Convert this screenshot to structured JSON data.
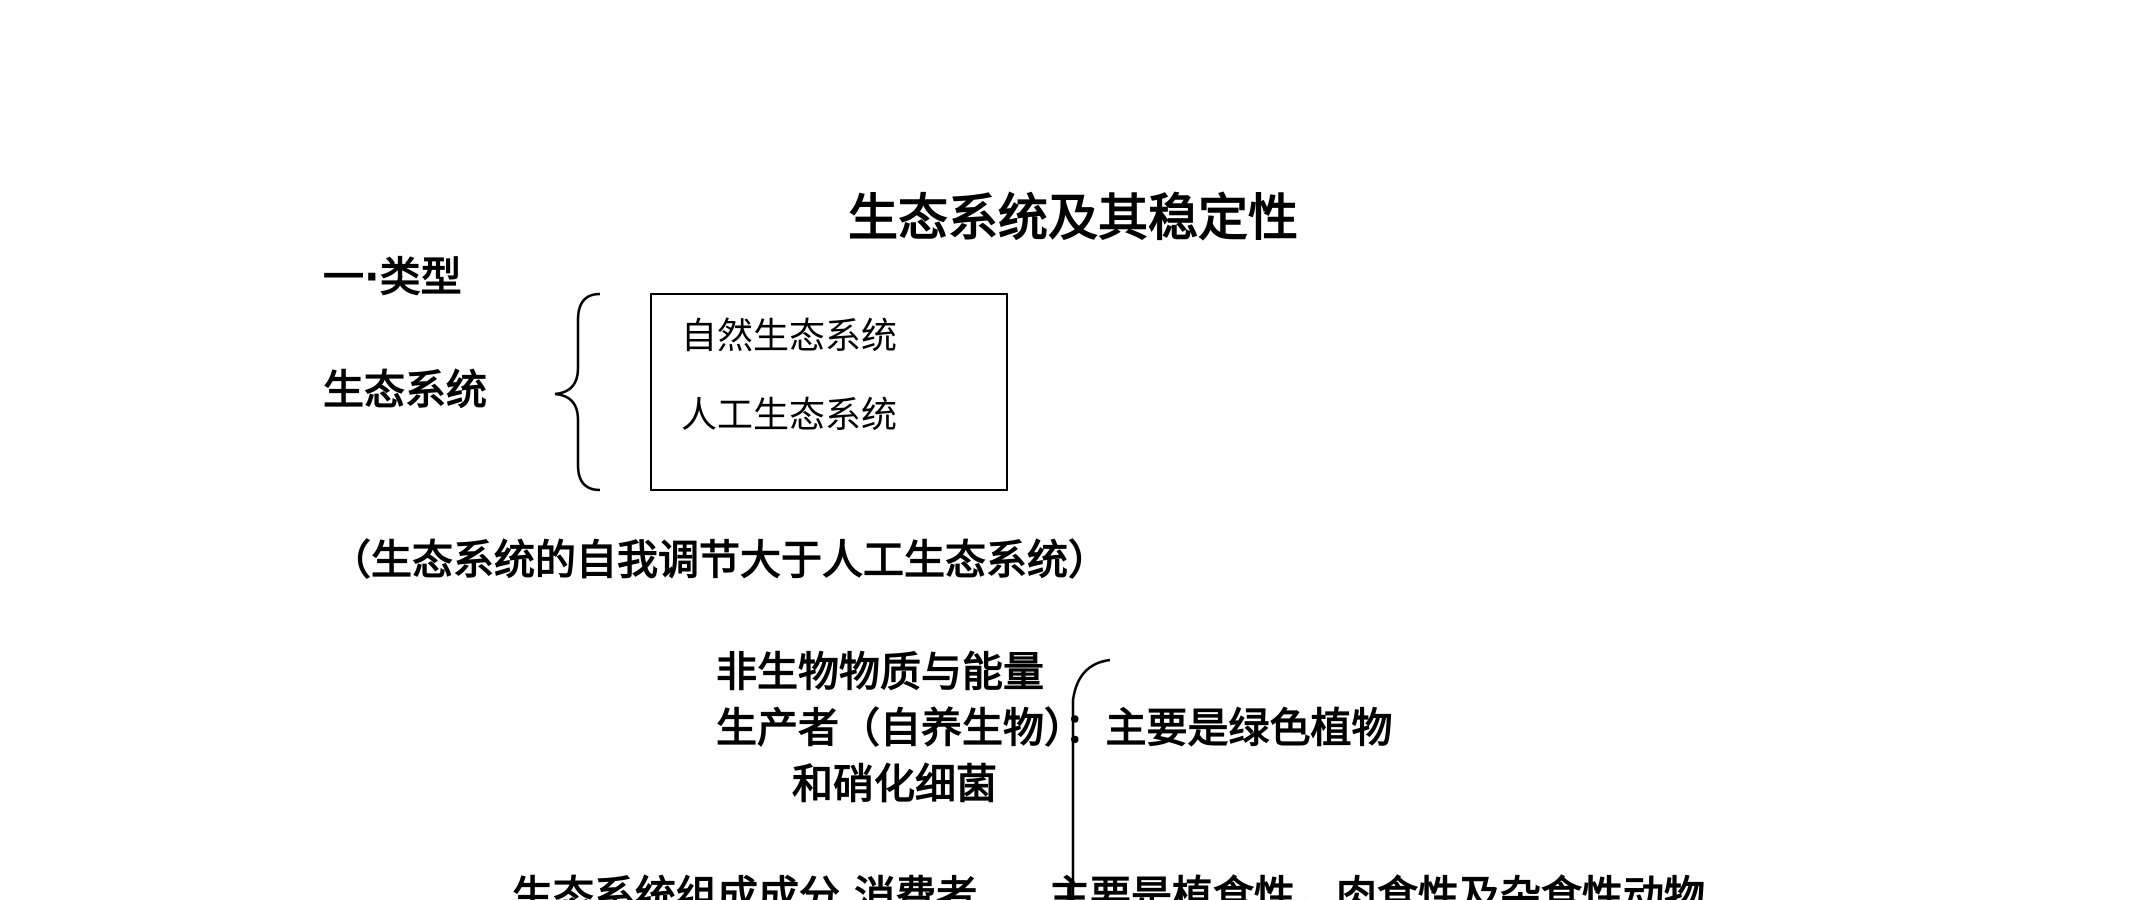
{
  "document": {
    "title": "生态系统及其稳定性",
    "section_heading": "一·类型",
    "ecosystem_label": "生态系统",
    "types": [
      "自然生态系统",
      "人工生态系统"
    ],
    "note": "（生态系统的自我调节大于人工生态系统）",
    "components": {
      "abiotic": "非生物物质与能量",
      "producer_line1": "生产者（自养生物）：主要是绿色植物",
      "producer_line2": "和硝化细菌",
      "composition_label": "生态系统组成成分",
      "consumer": "消费者",
      "consumer_desc": "主要是植食性，肉食性及杂食性动物"
    }
  }
}
